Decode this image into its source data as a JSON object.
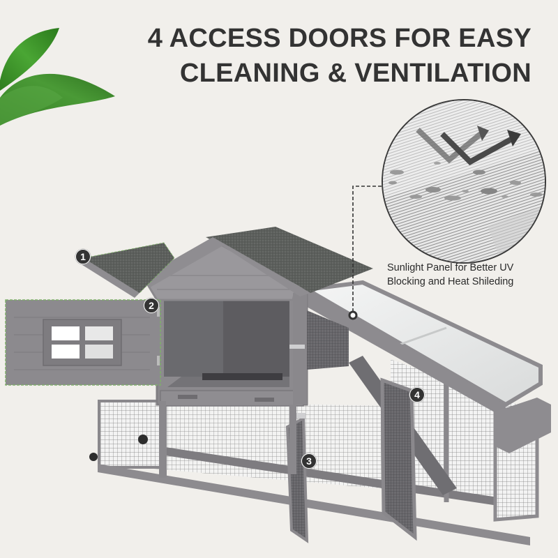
{
  "headline": {
    "line1": "4 ACCESS DOORS FOR EASY",
    "line2": "CLEANING & VENTILATION"
  },
  "callout": {
    "line1": "Sunlight Panel for Better UV",
    "line2": "Blocking and Heat Shileding"
  },
  "badges": [
    {
      "label": "1",
      "target": "roof-access-door"
    },
    {
      "label": "2",
      "target": "side-window-door"
    },
    {
      "label": "3",
      "target": "run-front-door"
    },
    {
      "label": "4",
      "target": "run-side-door"
    }
  ],
  "colors": {
    "background": "#f1efeb",
    "headline_text": "#333333",
    "badge_fill": "#333333",
    "wood_gray": "#8e8b8f",
    "roof_asphalt": "#5f625f",
    "leaf_green": "#3f9b2c"
  }
}
